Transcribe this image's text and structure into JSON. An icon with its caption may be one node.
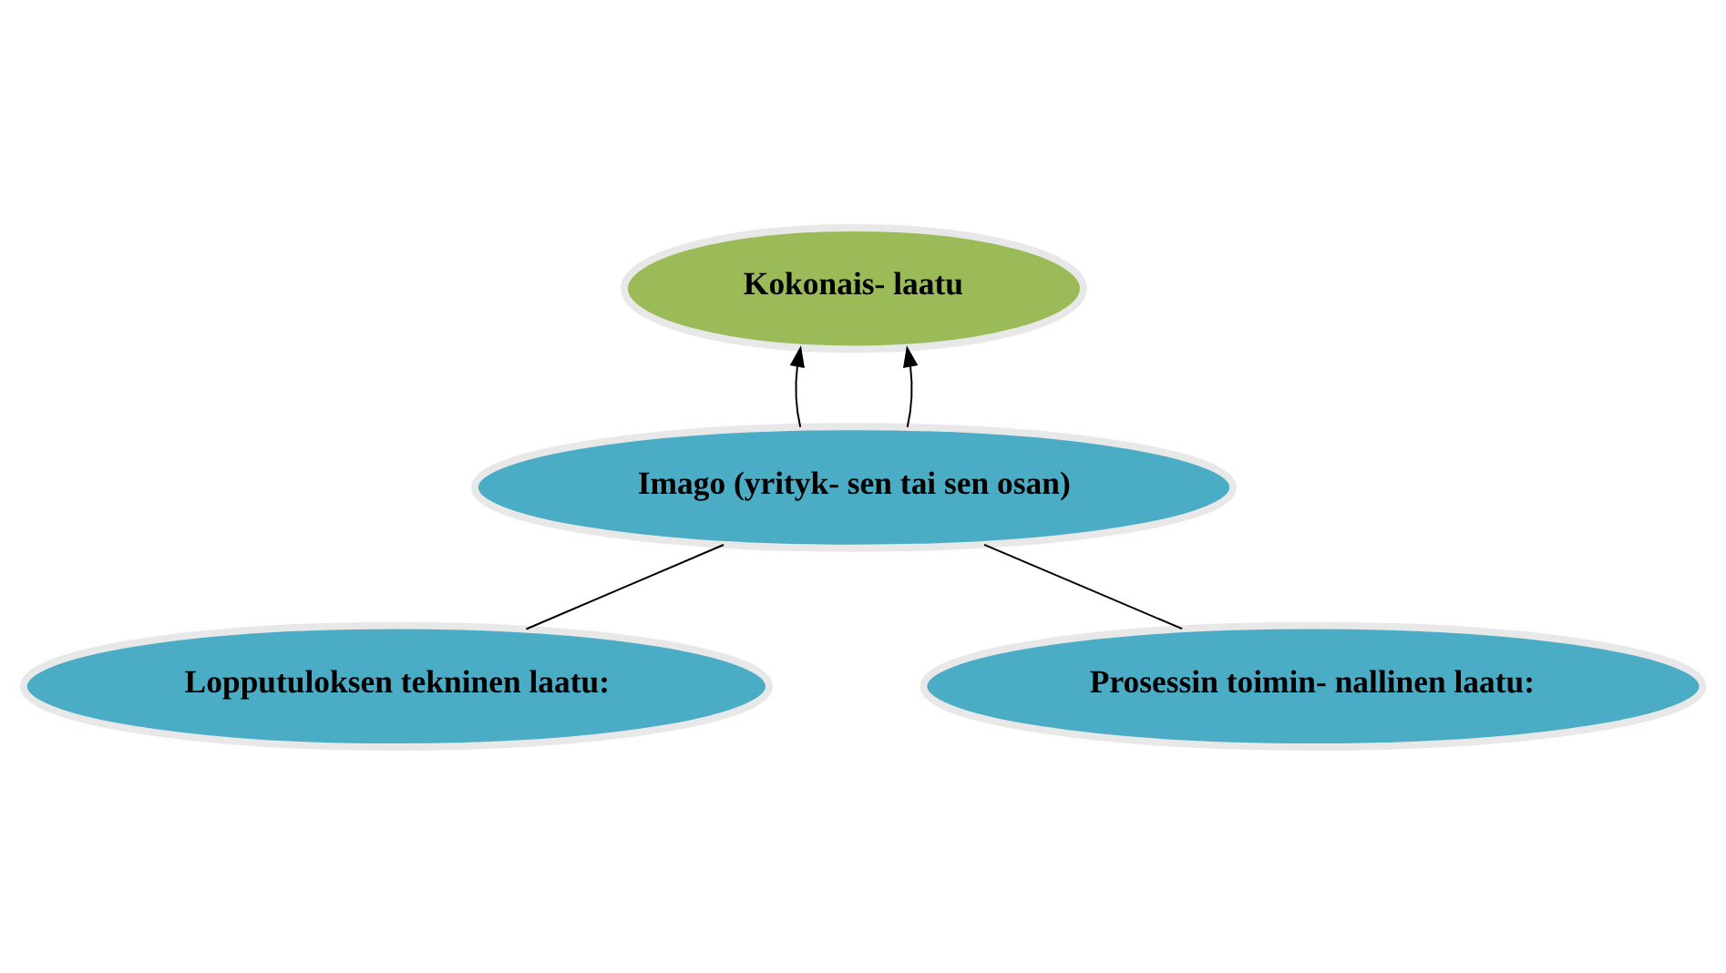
{
  "diagram": {
    "nodes": [
      {
        "text": [
          "Kokonais- laatu"
        ]
      },
      {
        "text": [
          "Imago (yrityk- sen tai sen osan)"
        ]
      },
      {
        "text": [
          "Lopputuloksen tekninen laatu:"
        ]
      },
      {
        "text": [
          "Prosessin toimin- nallinen laatu:"
        ]
      }
    ],
    "edges": [
      {
        "from": 1,
        "to": 0,
        "arrow": "to"
      },
      {
        "from": 1,
        "to": 0,
        "arrow": "to"
      },
      {
        "from": 2,
        "to": 1,
        "arrow": "none"
      },
      {
        "from": 3,
        "to": 1,
        "arrow": "none"
      }
    ]
  }
}
